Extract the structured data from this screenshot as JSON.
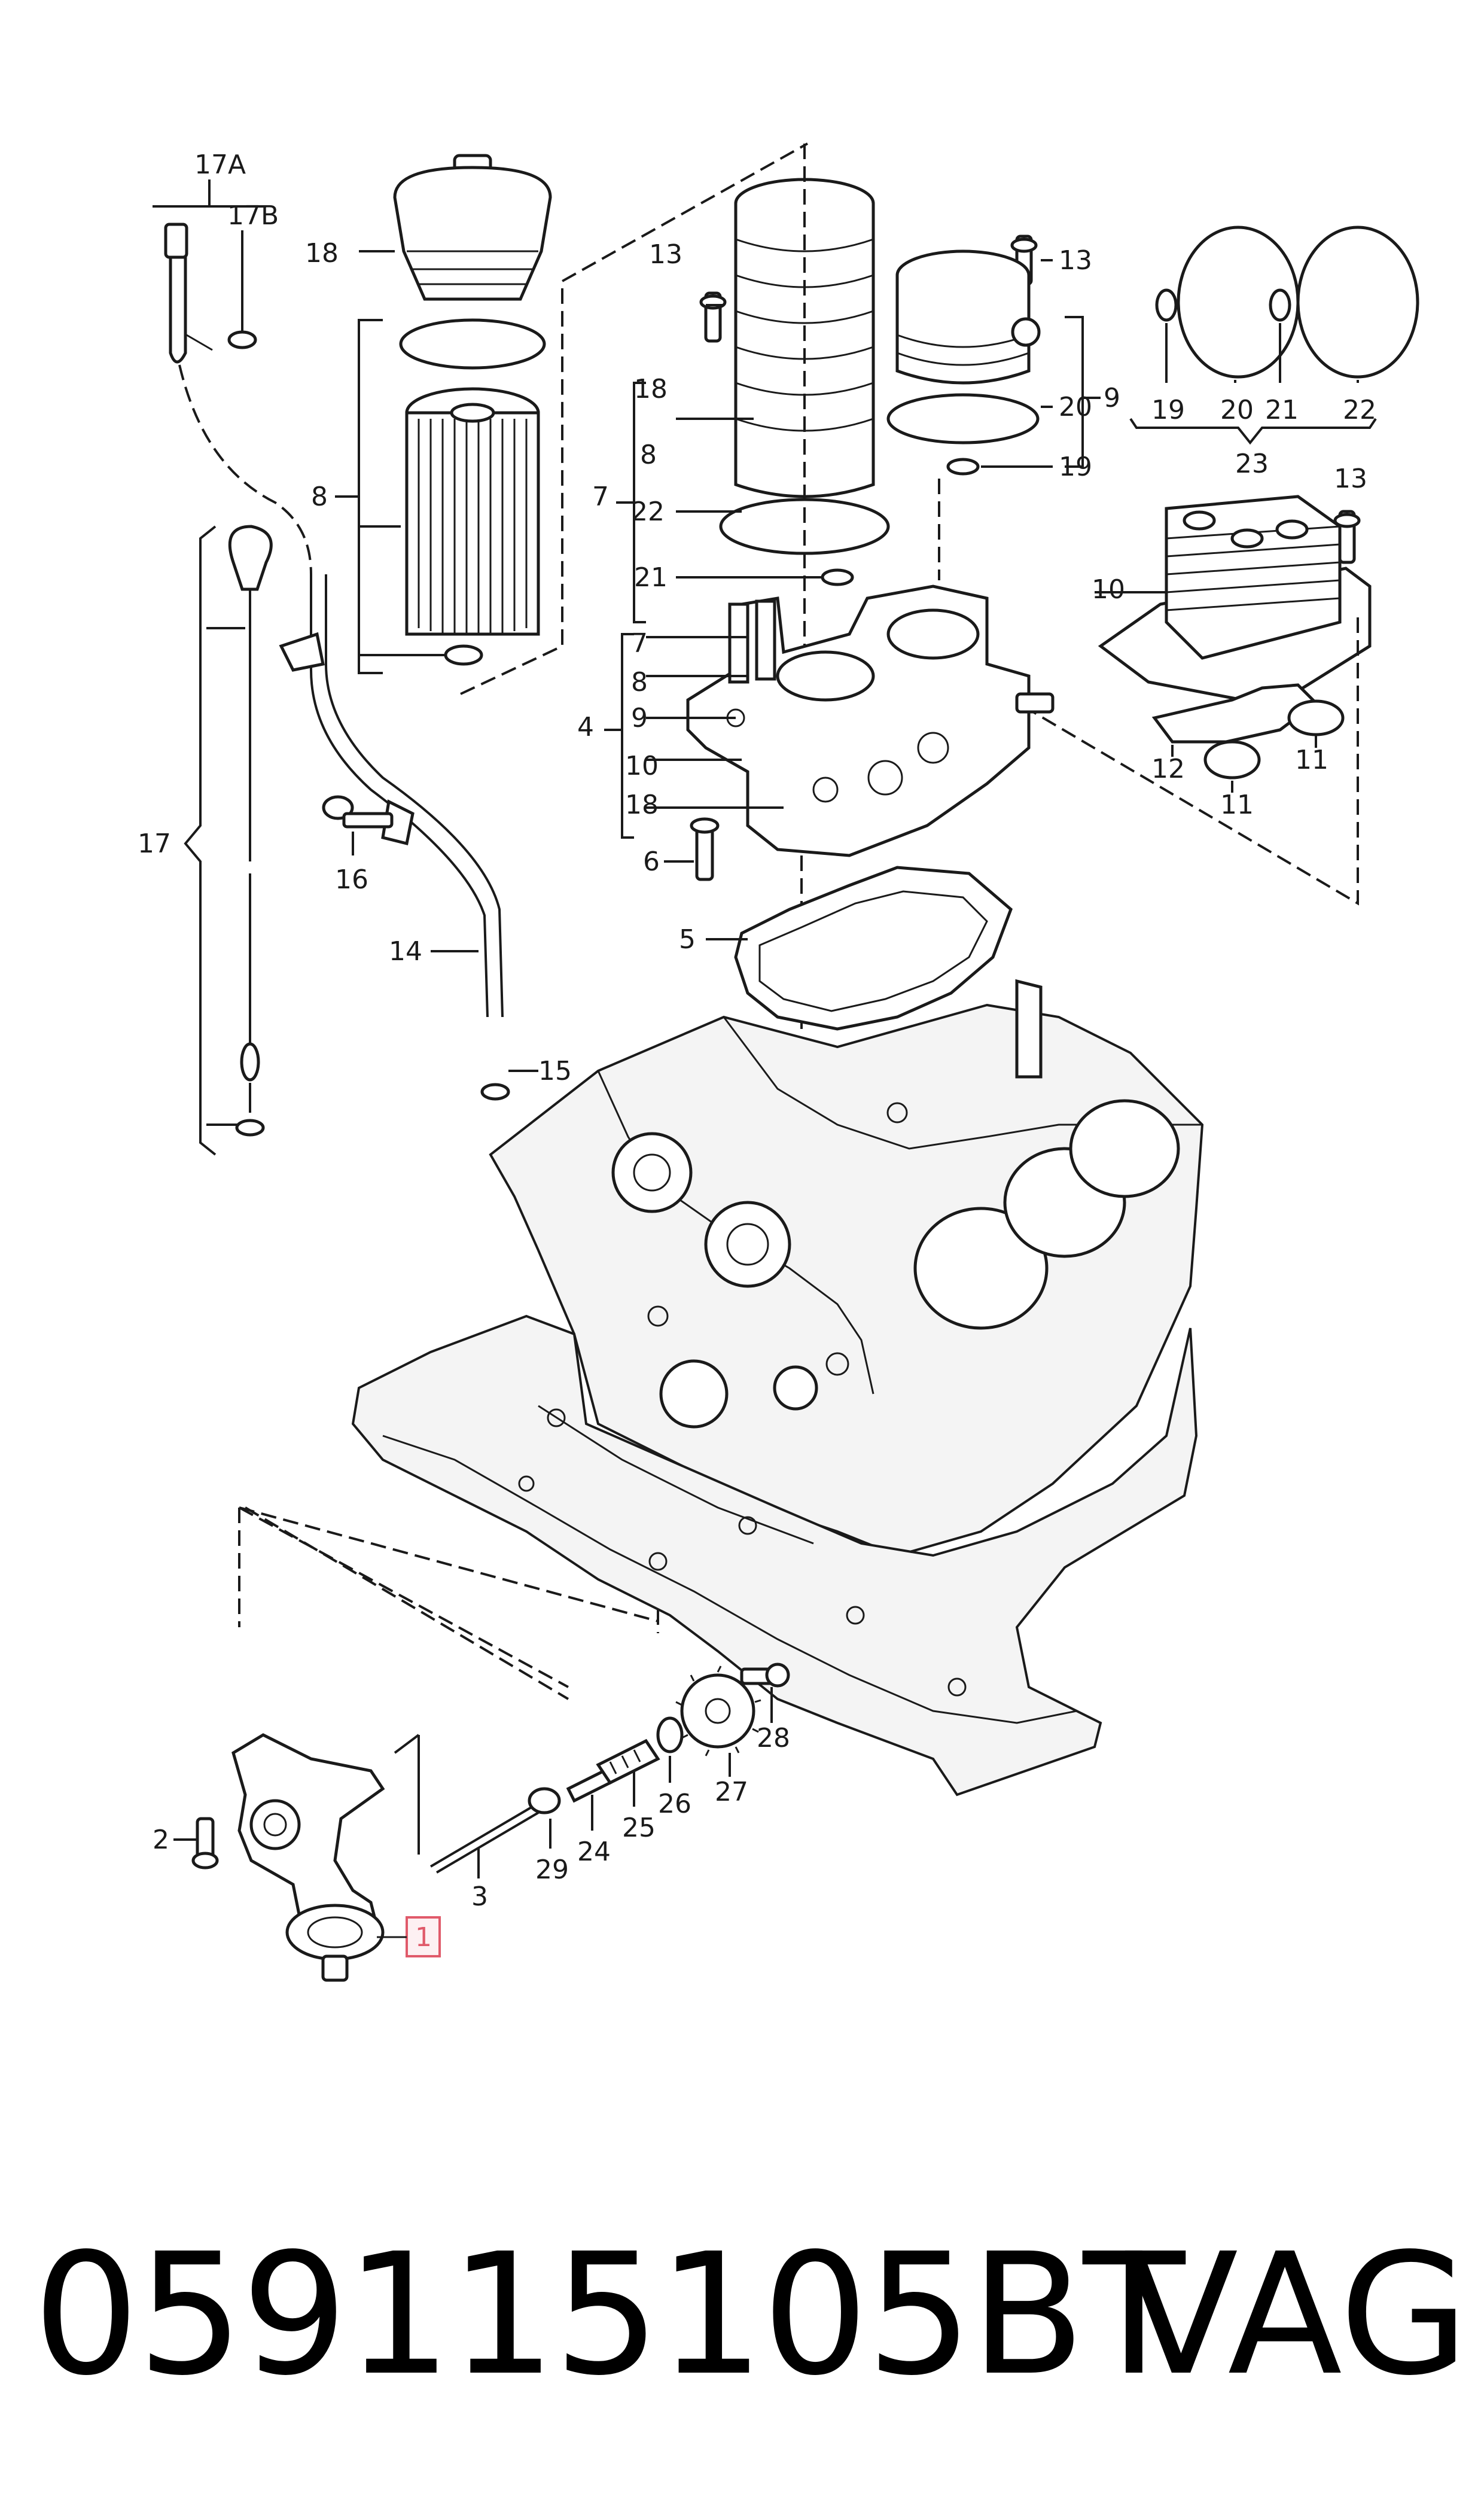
{
  "callouts": {
    "c17A": "17A",
    "c17B": "17B",
    "c18a": "18",
    "c8a": "8",
    "c13a": "13",
    "c13b": "13",
    "c13c": "13",
    "c18b": "18",
    "c8b": "8",
    "c7": "7",
    "c22a": "22",
    "c21a": "21",
    "c20a": "20",
    "c9a": "9",
    "c19a": "19",
    "c19b": "19",
    "c20b": "20",
    "c21b": "21",
    "c22b": "22",
    "c23": "23",
    "c10a": "10",
    "c4": "4",
    "c7b": "7",
    "c8c": "8",
    "c9b": "9",
    "c10b": "10",
    "c18c": "18",
    "c6": "6",
    "c5": "5",
    "c12": "12",
    "c11a": "11",
    "c11b": "11",
    "c17": "17",
    "c16": "16",
    "c14": "14",
    "c15": "15",
    "c2": "2",
    "c3": "3",
    "c1": "1",
    "c29": "29",
    "c24": "24",
    "c25": "25",
    "c26": "26",
    "c27": "27",
    "c28": "28"
  },
  "highlight_color": "#e05a6a",
  "footer": {
    "part_number": "059115105BT",
    "brand": "VAG"
  }
}
